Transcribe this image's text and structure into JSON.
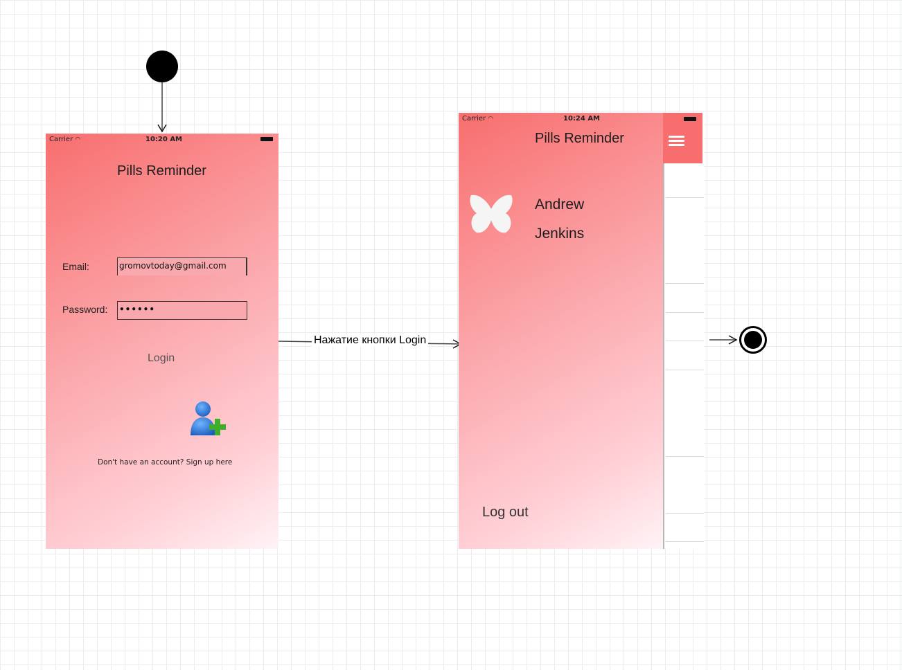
{
  "diagram": {
    "start_node": "initial-state",
    "end_node": "final-state",
    "transition_label": "Нажатие кнопки Login"
  },
  "login_screen": {
    "status": {
      "carrier": "Carrier",
      "time": "10:20 AM"
    },
    "title": "Pills Reminder",
    "email_label": "Email:",
    "email_value": "gromovtoday@gmail.com",
    "password_label": "Password:",
    "password_value": "••••••",
    "login_button": "Login",
    "signup_icon": "add-user-icon",
    "signup_text": "Don't have an account? Sign up here"
  },
  "menu_screen": {
    "status": {
      "carrier": "Carrier",
      "time": "10:24 AM"
    },
    "title": "Pills Reminder",
    "avatar_icon": "butterfly-icon",
    "first_name": "Andrew",
    "last_name": "Jenkins",
    "logout": "Log out",
    "menu_icon": "hamburger-menu-icon"
  },
  "colors": {
    "accent": "#f86e6e",
    "gradient_light": "#fff3f6"
  }
}
